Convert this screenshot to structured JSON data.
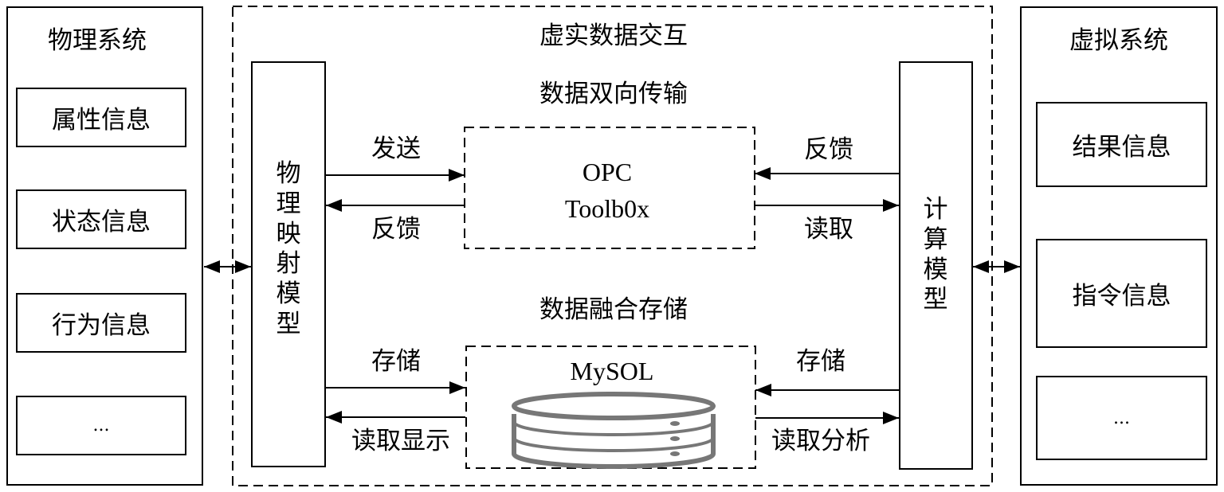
{
  "physical_system": {
    "title": "物理系统",
    "items": [
      "属性信息",
      "状态信息",
      "行为信息",
      "..."
    ]
  },
  "virtual_system": {
    "title": "虚拟系统",
    "items": [
      "结果信息",
      "指令信息",
      "..."
    ]
  },
  "interaction": {
    "title": "虚实数据交互",
    "physical_model": "物理映射模型",
    "compute_model": "计算模型",
    "transfer_title": "数据双向传输",
    "storage_title": "数据融合存储",
    "opc": {
      "line1": "OPC",
      "line2": "Toolb0x"
    },
    "db": {
      "label": "MySOL"
    },
    "arrows": {
      "left_send": "发送",
      "left_feedback": "反馈",
      "right_feedback": "反馈",
      "right_read": "读取",
      "left_store": "存储",
      "left_read_display": "读取显示",
      "right_store": "存储",
      "right_read_analyze": "读取分析"
    }
  }
}
